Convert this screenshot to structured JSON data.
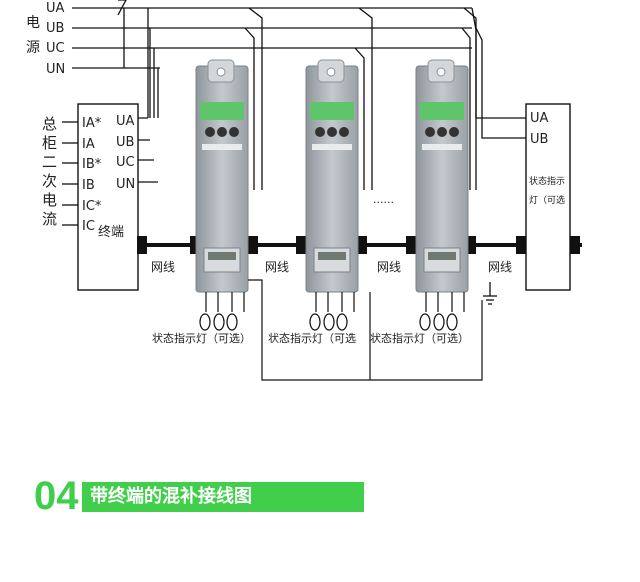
{
  "source_group": {
    "title_chars": [
      "电",
      "源"
    ],
    "lines": [
      "UA",
      "UB",
      "UC",
      "UN"
    ]
  },
  "secondary_current": {
    "title_chars": [
      "总",
      "柜",
      "二",
      "次",
      "电",
      "流"
    ],
    "inputs": [
      "IA*",
      "IA",
      "IB*",
      "IB",
      "IC*",
      "IC"
    ]
  },
  "terminal": {
    "voltage_inputs": [
      "UA",
      "UB",
      "UC",
      "UN"
    ],
    "label": "终端"
  },
  "far_device": {
    "voltage_inputs": [
      "UA",
      "UB"
    ],
    "indicator_line1": "状态指示",
    "indicator_line2": "灯（可选"
  },
  "network_label": "网线",
  "network_labels": [
    "网线",
    "网线",
    "网线",
    "网线"
  ],
  "indicator_labels": [
    "状态指示灯（可选）",
    "状态指示灯（可选",
    "状态指示灯（可选）"
  ],
  "ellipsis": "......",
  "footer": {
    "number": "04",
    "title": "带终端的混补接线图"
  },
  "colors": {
    "accent_green": "#41cf4b",
    "module_gray": "#a9b0b5",
    "module_green_badge": "#5fc56a",
    "line": "#111111"
  }
}
